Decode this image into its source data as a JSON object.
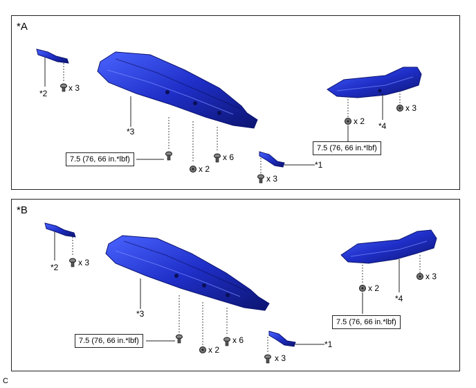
{
  "figure_code": "C",
  "panels": [
    {
      "label": "*A",
      "parts": {
        "p1": "*1",
        "p2": "*2",
        "p3": "*3",
        "p4": "*4"
      },
      "qty": {
        "q_left_bolt": "x 3",
        "q_clip_mid": "x 2",
        "q_bolt_mid": "x 6",
        "q_right_clip": "x 2",
        "q_right_bolt": "x 3",
        "q_small_bolt": "x 3"
      },
      "torque_left": "7.5 (76, 66 in.*lbf)",
      "torque_right": "7.5 (76, 66 in.*lbf)"
    },
    {
      "label": "*B",
      "parts": {
        "p1": "*1",
        "p2": "*2",
        "p3": "*3",
        "p4": "*4"
      },
      "qty": {
        "q_left_bolt": "x 3",
        "q_clip_mid": "x 2",
        "q_bolt_mid": "x 6",
        "q_right_clip": "x 2",
        "q_right_bolt": "x 3",
        "q_small_bolt": "x 3"
      },
      "torque_left": "7.5 (76, 66 in.*lbf)",
      "torque_right": "7.5 (76, 66 in.*lbf)"
    }
  ],
  "colors": {
    "part_fill": "#1f2fc8",
    "part_dark": "#0c1470",
    "part_light": "#4a63ff"
  }
}
